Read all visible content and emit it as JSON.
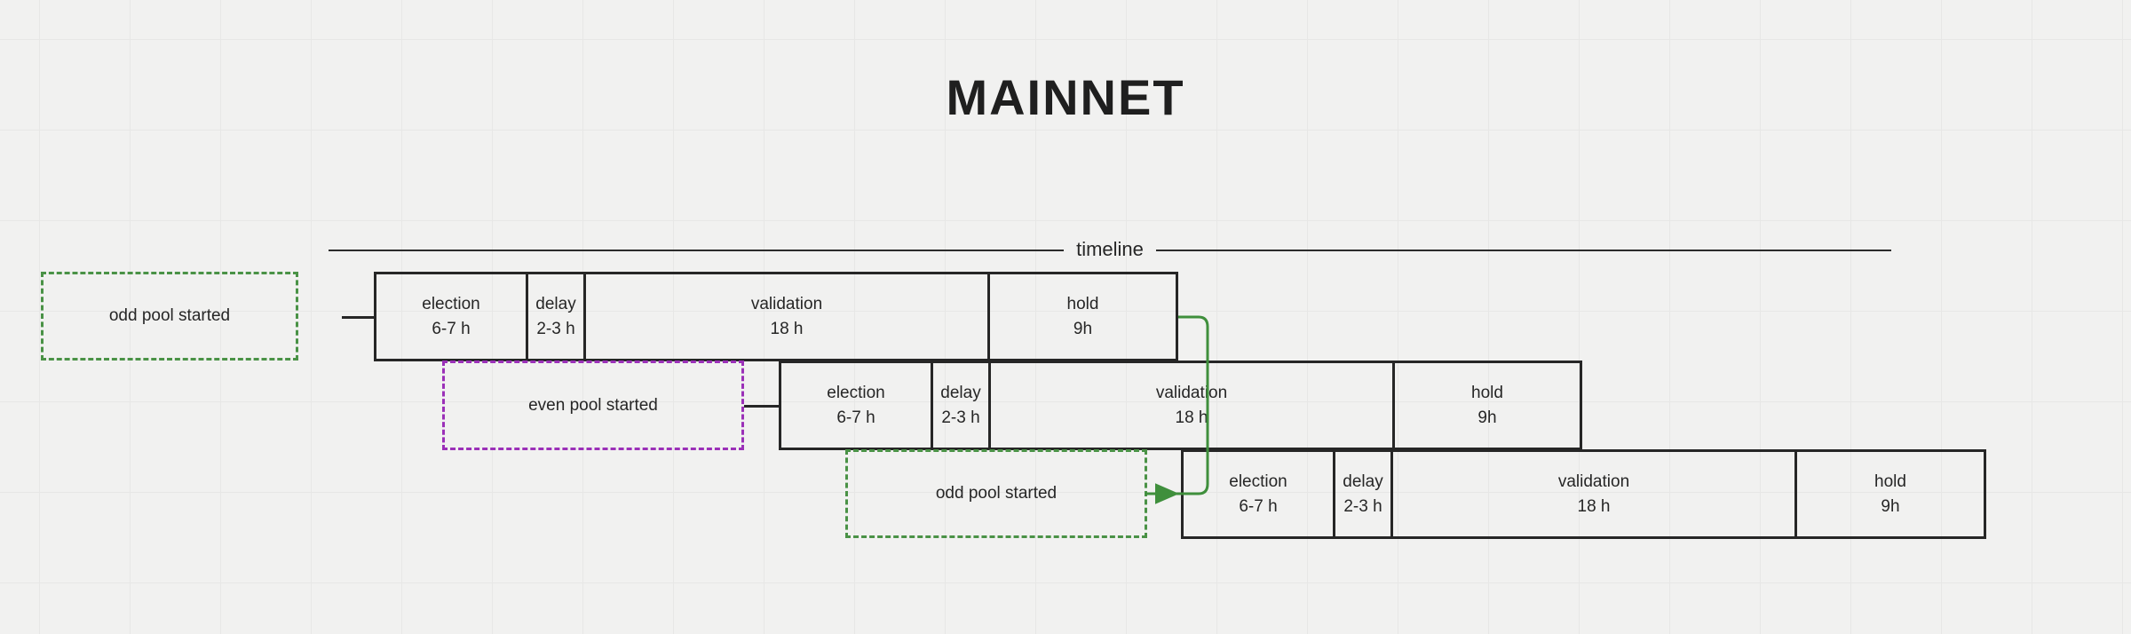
{
  "page": {
    "title": "MAINNET",
    "background_color": "#f1f1f0",
    "grid": "on"
  },
  "timeline": {
    "label": "timeline",
    "axis_color": "#2b2b2b"
  },
  "legend_colors": {
    "box_stroke": "#262626",
    "odd_pool_dashed": "#4a9246",
    "even_pool_dashed": "#9b30b8",
    "flow_arrow": "#3f8f3c"
  },
  "rows": [
    {
      "id": "row-1",
      "pool": "odd",
      "cells": [
        {
          "name": "election",
          "duration": "6-7 h"
        },
        {
          "name": "delay",
          "duration": "2-3 h"
        },
        {
          "name": "validation",
          "duration": "18 h"
        },
        {
          "name": "hold",
          "duration": "9h"
        }
      ]
    },
    {
      "id": "row-2",
      "pool": "even",
      "cells": [
        {
          "name": "election",
          "duration": "6-7 h"
        },
        {
          "name": "delay",
          "duration": "2-3 h"
        },
        {
          "name": "validation",
          "duration": "18 h"
        },
        {
          "name": "hold",
          "duration": "9h"
        }
      ]
    },
    {
      "id": "row-3",
      "pool": "odd",
      "cells": [
        {
          "name": "election",
          "duration": "6-7 h"
        },
        {
          "name": "delay",
          "duration": "2-3 h"
        },
        {
          "name": "validation",
          "duration": "18 h"
        },
        {
          "name": "hold",
          "duration": "9h"
        }
      ]
    }
  ],
  "notes": [
    {
      "id": "note-1",
      "label": "odd pool started",
      "color": "#4a9246"
    },
    {
      "id": "note-2",
      "label": "even pool started",
      "color": "#9b30b8"
    },
    {
      "id": "note-3",
      "label": "odd pool started",
      "color": "#4a9246"
    }
  ]
}
